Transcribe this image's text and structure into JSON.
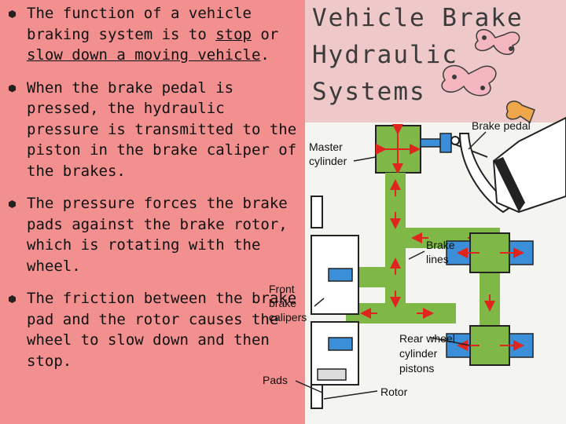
{
  "title": {
    "line1": "Vehicle Brake",
    "line2": "Hydraulic",
    "line3": "Systems"
  },
  "bullets": [
    {
      "pre": "The function of a vehicle braking system is to ",
      "u1": "stop",
      "mid": " or ",
      "u2": "slow down a moving vehicle",
      "post": "."
    },
    {
      "text": "When the brake pedal is pressed, the hydraulic pressure is transmitted to the piston in the brake caliper of the brakes."
    },
    {
      "text": "The pressure forces the brake pads against the brake rotor, which is rotating with the wheel."
    },
    {
      "text": "The friction between the brake pad and the rotor causes the wheel to slow down and then stop."
    }
  ],
  "diagram": {
    "brake_pedal": "Brake pedal",
    "master_cylinder_1": "Master",
    "master_cylinder_2": "cylinder",
    "brake_lines_1": "Brake",
    "brake_lines_2": "lines",
    "front_1": "Front",
    "front_2": "brake",
    "front_3": "calipers",
    "rear_1": "Rear wheel",
    "rear_2": "cylinder",
    "rear_3": "pistons",
    "pads": "Pads",
    "rotor": "Rotor"
  },
  "colors": {
    "background": "#f28f8f",
    "fluid": "#7fb846",
    "piston": "#3a8fd8",
    "arrow": "#e0241e"
  }
}
